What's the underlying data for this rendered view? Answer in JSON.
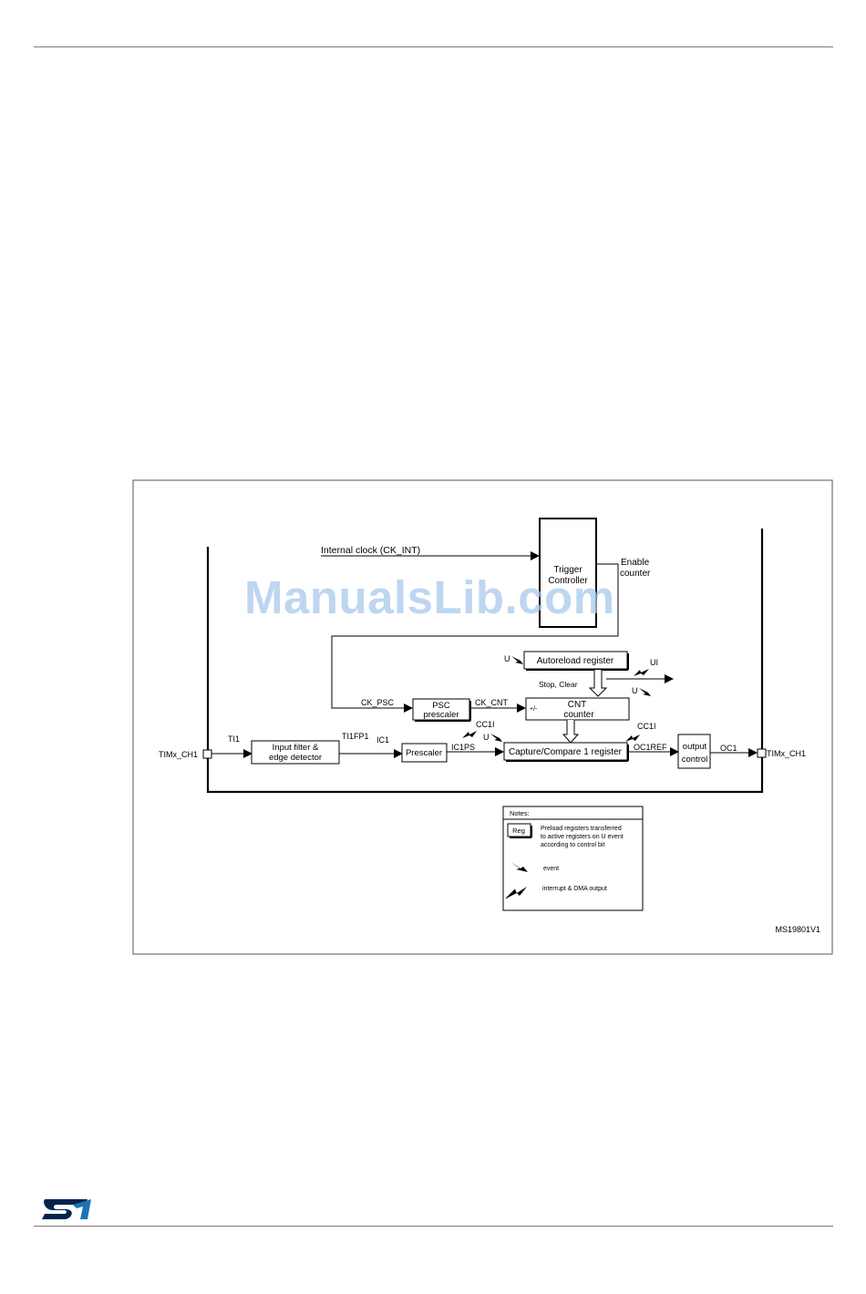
{
  "diagram": {
    "clock_input": "Internal clock (CK_INT)",
    "trigger_controller": [
      "Trigger",
      "Controller"
    ],
    "enable_counter": [
      "Enable",
      "counter"
    ],
    "u_autoreload": "U",
    "autoreload_register": "Autoreload register",
    "ui": "UI",
    "u_update": "U",
    "stop_clear": "Stop, Clear",
    "ck_psc": "CK_PSC",
    "psc_prescaler": [
      "PSC",
      "prescaler"
    ],
    "ck_cnt": "CK_CNT",
    "plus_minus": "+/-",
    "cnt_counter": [
      "CNT",
      "counter"
    ],
    "cc1i_capture": "CC1I",
    "u_capture": "U",
    "ti1": "TI1",
    "ti1fp1": "TI1FP1",
    "ic1": "IC1",
    "ic1ps": "IC1PS",
    "input_filter": [
      "Input filter &",
      "edge detector"
    ],
    "prescaler": "Prescaler",
    "capture_compare": "Capture/Compare 1 register",
    "cc1i_output": "CC1I",
    "oc1ref": "OC1REF",
    "output_control": [
      "output",
      "control"
    ],
    "oc1": "OC1",
    "timx_ch1_in": "TIMx_CH1",
    "timx_ch1_out": "TIMx_CH1",
    "notes_title": "Notes:",
    "reg_label": "Reg",
    "preload_note": [
      "Preload registers transferred",
      "to active registers on U event",
      "according to control bit"
    ],
    "event_note": "event",
    "interrupt_note": "interrupt & DMA output",
    "figure_id": "MS19801V1"
  },
  "watermark": "ManualsLib.com"
}
